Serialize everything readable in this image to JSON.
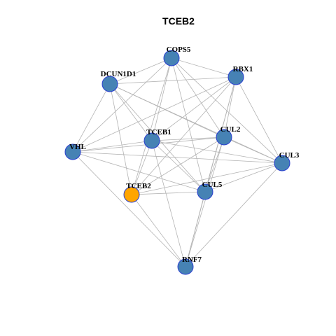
{
  "title": "TCEB2",
  "colors": {
    "node_default": "#4682b4",
    "node_highlight": "#ffa500",
    "node_border": "#2a3fd0",
    "edge": "#b3b3b3"
  },
  "nodes": [
    {
      "id": "COPS5",
      "label": "COPS5",
      "highlight": false
    },
    {
      "id": "RBX1",
      "label": "RBX1",
      "highlight": false
    },
    {
      "id": "DCUN1D1",
      "label": "DCUN1D1",
      "highlight": false
    },
    {
      "id": "TCEB1",
      "label": "TCEB1",
      "highlight": false
    },
    {
      "id": "CUL2",
      "label": "CUL2",
      "highlight": false
    },
    {
      "id": "VHL",
      "label": "VHL",
      "highlight": false
    },
    {
      "id": "CUL3",
      "label": "CUL3",
      "highlight": false
    },
    {
      "id": "TCEB2",
      "label": "TCEB2",
      "highlight": true
    },
    {
      "id": "CUL5",
      "label": "CUL5",
      "highlight": false
    },
    {
      "id": "RNF7",
      "label": "RNF7",
      "highlight": false
    }
  ],
  "edges": [
    [
      "COPS5",
      "RBX1"
    ],
    [
      "COPS5",
      "DCUN1D1"
    ],
    [
      "COPS5",
      "TCEB1"
    ],
    [
      "COPS5",
      "CUL2"
    ],
    [
      "COPS5",
      "VHL"
    ],
    [
      "COPS5",
      "CUL3"
    ],
    [
      "COPS5",
      "TCEB2"
    ],
    [
      "COPS5",
      "CUL5"
    ],
    [
      "RBX1",
      "DCUN1D1"
    ],
    [
      "RBX1",
      "TCEB1"
    ],
    [
      "RBX1",
      "CUL2"
    ],
    [
      "RBX1",
      "VHL"
    ],
    [
      "RBX1",
      "CUL3"
    ],
    [
      "RBX1",
      "TCEB2"
    ],
    [
      "RBX1",
      "CUL5"
    ],
    [
      "RBX1",
      "RNF7"
    ],
    [
      "DCUN1D1",
      "TCEB1"
    ],
    [
      "DCUN1D1",
      "CUL2"
    ],
    [
      "DCUN1D1",
      "VHL"
    ],
    [
      "DCUN1D1",
      "CUL3"
    ],
    [
      "DCUN1D1",
      "TCEB2"
    ],
    [
      "DCUN1D1",
      "CUL5"
    ],
    [
      "TCEB1",
      "CUL2"
    ],
    [
      "TCEB1",
      "VHL"
    ],
    [
      "TCEB1",
      "TCEB2"
    ],
    [
      "TCEB1",
      "CUL5"
    ],
    [
      "TCEB1",
      "RNF7"
    ],
    [
      "TCEB1",
      "CUL3"
    ],
    [
      "CUL2",
      "VHL"
    ],
    [
      "CUL2",
      "CUL3"
    ],
    [
      "CUL2",
      "TCEB2"
    ],
    [
      "CUL2",
      "CUL5"
    ],
    [
      "CUL2",
      "RNF7"
    ],
    [
      "VHL",
      "CUL3"
    ],
    [
      "VHL",
      "CUL5"
    ],
    [
      "VHL",
      "RNF7"
    ],
    [
      "CUL3",
      "TCEB2"
    ],
    [
      "CUL3",
      "RNF7"
    ],
    [
      "CUL3",
      "CUL5"
    ],
    [
      "TCEB2",
      "CUL5"
    ],
    [
      "TCEB2",
      "RNF7"
    ],
    [
      "CUL5",
      "RNF7"
    ]
  ]
}
